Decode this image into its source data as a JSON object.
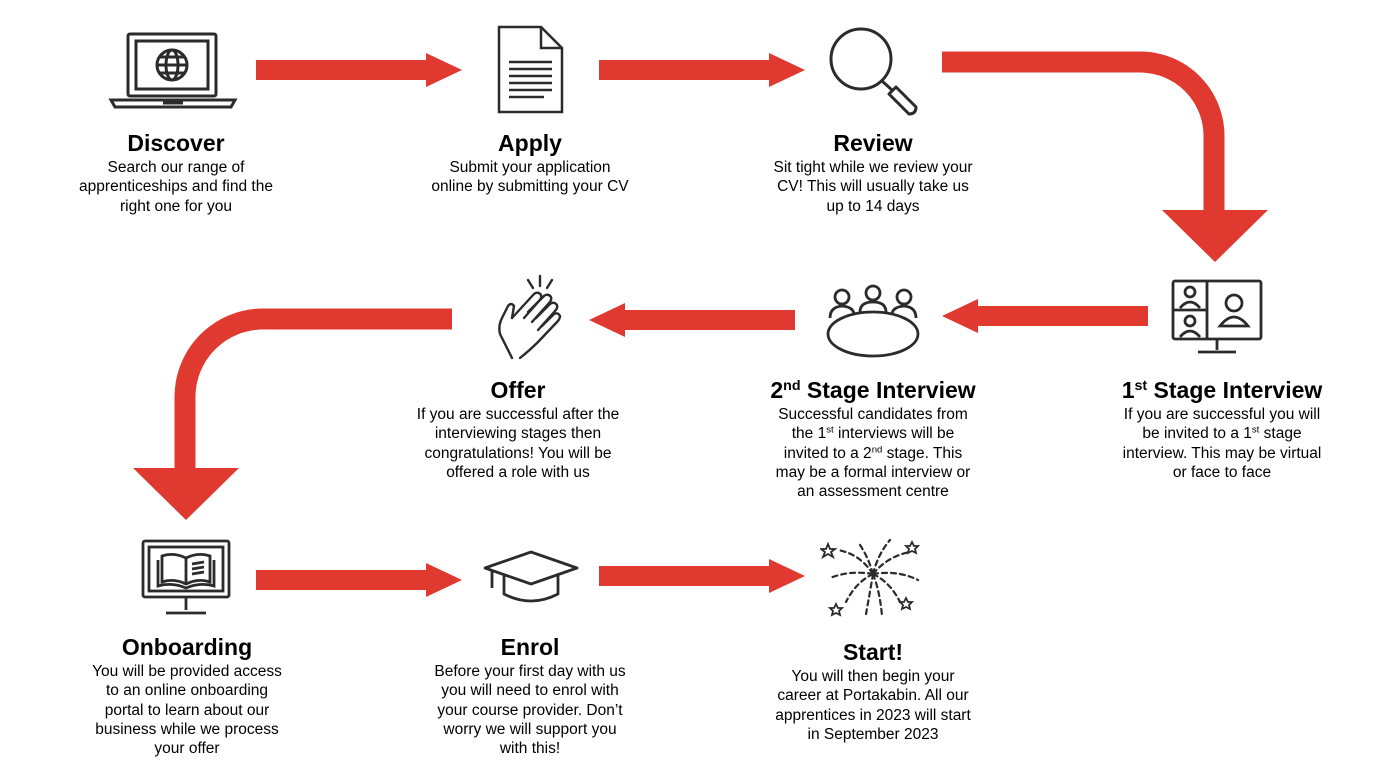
{
  "colors": {
    "arrow": "#e03a30",
    "icon_stroke": "#2b2b2b"
  },
  "steps": [
    {
      "id": "discover",
      "icon": "laptop-globe-icon",
      "title": "Discover",
      "desc": [
        "Search our range of",
        "apprenticeships and find the",
        "right one for you"
      ]
    },
    {
      "id": "apply",
      "icon": "document-icon",
      "title": "Apply",
      "desc": [
        "Submit your application",
        "online by submitting your CV"
      ]
    },
    {
      "id": "review",
      "icon": "magnifier-icon",
      "title": "Review",
      "desc": [
        "Sit tight while we review your",
        "CV! This will usually take us",
        "up to 14 days"
      ]
    },
    {
      "id": "first-stage",
      "icon": "video-call-monitor-icon",
      "title": "1|st| Stage Interview",
      "desc": [
        "If you are successful you will",
        "be invited to a 1|st| stage",
        "interview. This may be virtual",
        "or face to face"
      ]
    },
    {
      "id": "second-stage",
      "icon": "meeting-table-icon",
      "title": "2|nd| Stage Interview",
      "desc": [
        "Successful candidates from",
        "the 1|st| interviews will be",
        "invited to a 2|nd| stage. This",
        "may be a formal interview or",
        "an assessment centre"
      ]
    },
    {
      "id": "offer",
      "icon": "clapping-hands-icon",
      "title": "Offer",
      "desc": [
        "If you are successful after the",
        "interviewing stages then",
        "congratulations! You will be",
        "offered a role with us"
      ]
    },
    {
      "id": "onboarding",
      "icon": "monitor-book-icon",
      "title": "Onboarding",
      "desc": [
        "You will be provided access",
        "to an online onboarding",
        "portal to learn about our",
        "business while we process",
        "your offer"
      ]
    },
    {
      "id": "enrol",
      "icon": "graduation-cap-icon",
      "title": "Enrol",
      "desc": [
        "Before your first day with us",
        "you will need to enrol with",
        "your course provider. Don’t",
        "worry we will support you",
        "with this!"
      ]
    },
    {
      "id": "start",
      "icon": "fireworks-icon",
      "title": "Start!",
      "desc": [
        "You will then begin your",
        "career at Portakabin. All our",
        "apprentices in 2023 will start",
        "in September 2023"
      ]
    }
  ]
}
